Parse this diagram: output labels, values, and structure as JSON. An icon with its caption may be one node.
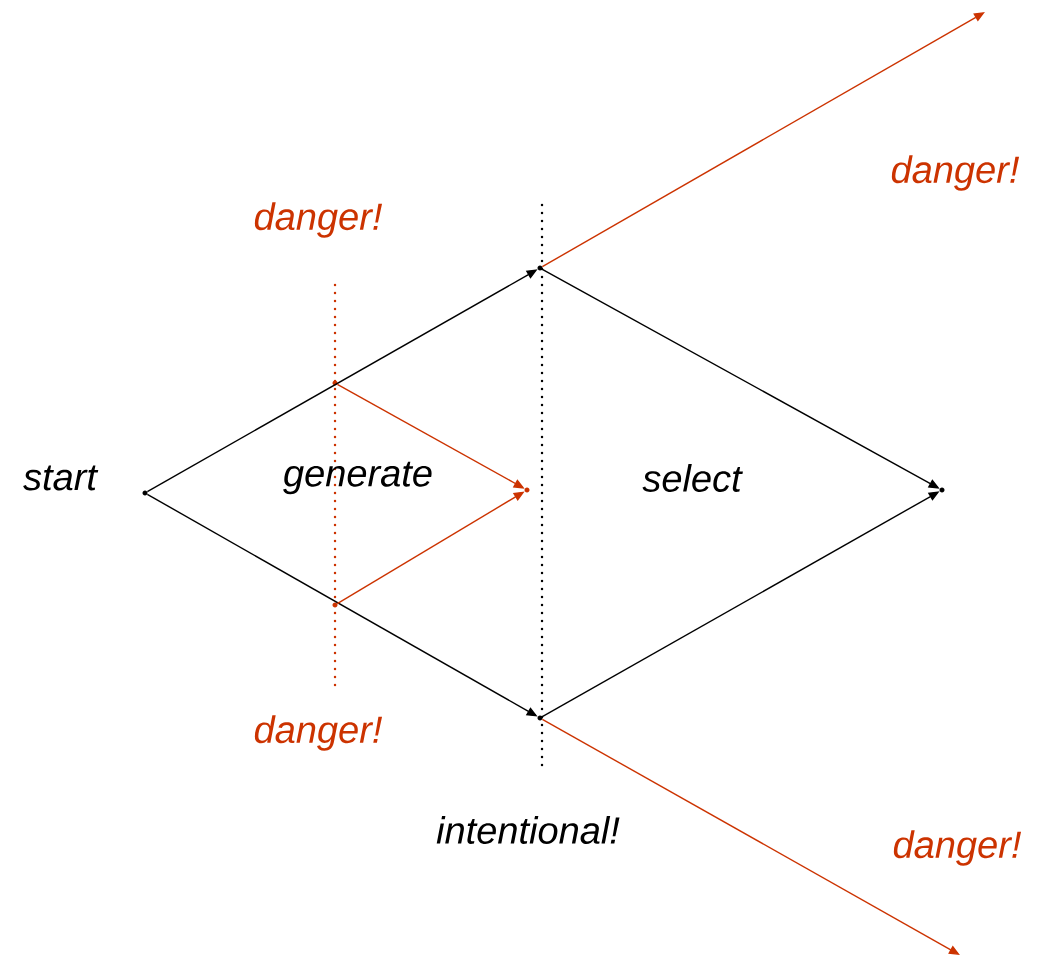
{
  "diagram": {
    "nodes": [
      {
        "text": [],
        "shape": "dot"
      },
      {
        "text": [],
        "shape": "dot"
      },
      {
        "text": [],
        "shape": "dot"
      },
      {
        "text": [],
        "shape": "dot"
      },
      {
        "text": [],
        "shape": "dot"
      },
      {
        "text": [],
        "shape": "dot"
      },
      {
        "text": [],
        "shape": "dot"
      }
    ],
    "edges": [
      {
        "from": 0,
        "to": 1,
        "arrow": "to"
      },
      {
        "from": 0,
        "to": 2,
        "arrow": "to"
      },
      {
        "from": 1,
        "to": 3,
        "arrow": "to"
      },
      {
        "from": 2,
        "to": 3,
        "arrow": "to"
      },
      {
        "from": 4,
        "to": 6,
        "arrow": "to",
        "color": "#cc3300"
      },
      {
        "from": 5,
        "to": 6,
        "arrow": "to",
        "color": "#cc3300"
      },
      {
        "from": 1,
        "to": null,
        "arrow": "to",
        "color": "#cc3300"
      },
      {
        "from": 2,
        "to": null,
        "arrow": "to",
        "color": "#cc3300"
      }
    ],
    "labels": [
      "danger!",
      "danger!",
      "start",
      "generate",
      "select",
      "danger!",
      "intentional!",
      "danger!"
    ]
  }
}
